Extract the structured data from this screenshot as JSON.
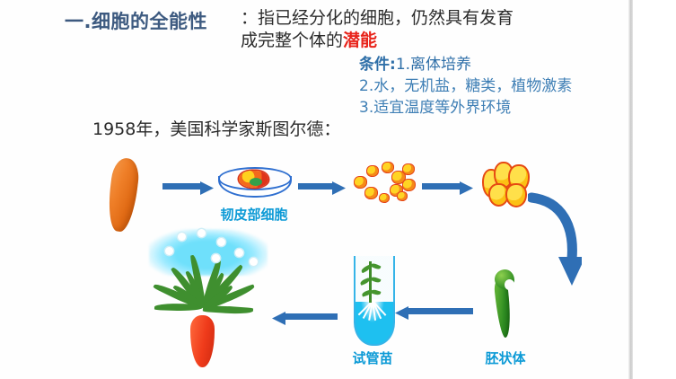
{
  "slide": {
    "heading": "一.细胞的全能性",
    "definition_line1": "：指已经分化的细胞，仍然具有发育",
    "definition_line2_prefix": "成完整个体的",
    "definition_highlight": "潜能",
    "conditions": {
      "label": "条件:",
      "items": [
        "1.离体培养",
        "2.水，无机盐，糖类，植物激素",
        "3.适宜温度等外界环境"
      ]
    },
    "year_line": "1958年，美国科学家斯图尔德：",
    "diagram": {
      "labels": {
        "phloem_cells": "韧皮部细胞",
        "test_tube_plantlet": "试管苗",
        "embryoid": "胚状体"
      },
      "stages": [
        "carrot-root-icon",
        "petri-dish-icon",
        "scattered-cells-icon",
        "callus-icon",
        "embryoid-icon",
        "test-tube-plantlet-icon",
        "carrot-plant-icon"
      ]
    },
    "colors": {
      "heading": "#3d5a80",
      "highlight_red": "#e8231a",
      "conditions_blue": "#3f7fb5",
      "label_cyan": "#0c9ad6",
      "arrow_blue": "#2f6fb5"
    }
  }
}
